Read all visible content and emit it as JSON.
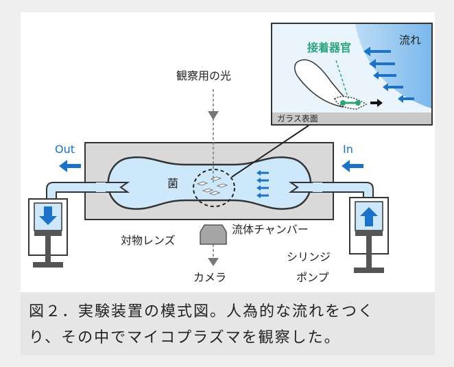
{
  "figure": {
    "label_light": "観察用の光",
    "label_out": "Out",
    "label_in": "In",
    "label_bacteria": "菌",
    "label_objective": "対物レンズ",
    "label_chamber": "流体チャンバー",
    "label_camera": "カメラ",
    "label_syringe_line1": "シリンジ",
    "label_syringe_line2": "ポンプ",
    "inset": {
      "label_flow": "流れ",
      "label_organ": "接着器官",
      "label_glass": "ガラス表面"
    }
  },
  "caption": {
    "line1": "図２．実験装置の模式図。人為的な流れをつく",
    "line2": "り、その中でマイコプラズマを観察した。"
  },
  "colors": {
    "flow_arrow": "#1a73c8",
    "organ": "#2aa57a",
    "chamber_fill": "#cde8fb",
    "chamber_frame": "#d9d9d9",
    "piston": "#555555"
  }
}
